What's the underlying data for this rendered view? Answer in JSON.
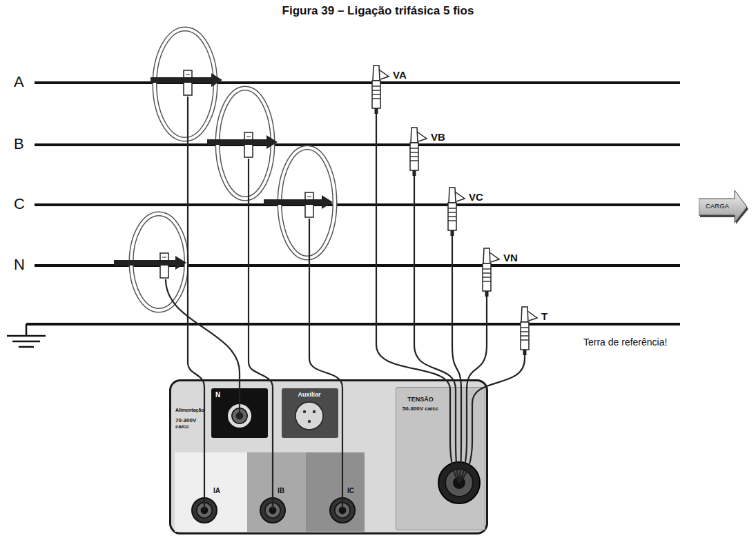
{
  "diagram": {
    "title": "Figura 39 – Ligação trifásica 5 fios",
    "nodes": [
      {
        "text": [
          "Alimentação",
          "70-300V ca/cc"
        ]
      },
      {
        "text": [
          "N"
        ],
        "in": 0
      },
      {
        "text": [
          "Auxiliar"
        ],
        "in": 0
      },
      {
        "text": [
          "TENSÃO",
          "50-300V ca/cc"
        ],
        "in": 0
      },
      {
        "text": [
          "IA"
        ],
        "in": 0
      },
      {
        "text": [
          "IB"
        ],
        "in": 0
      },
      {
        "text": [
          "IC"
        ],
        "in": 0
      },
      {
        "text": [
          "CARGA"
        ]
      }
    ],
    "labels": [
      "A",
      "B",
      "C",
      "N",
      "VA",
      "VB",
      "VC",
      "VN",
      "T",
      "Terra de referência!"
    ]
  }
}
